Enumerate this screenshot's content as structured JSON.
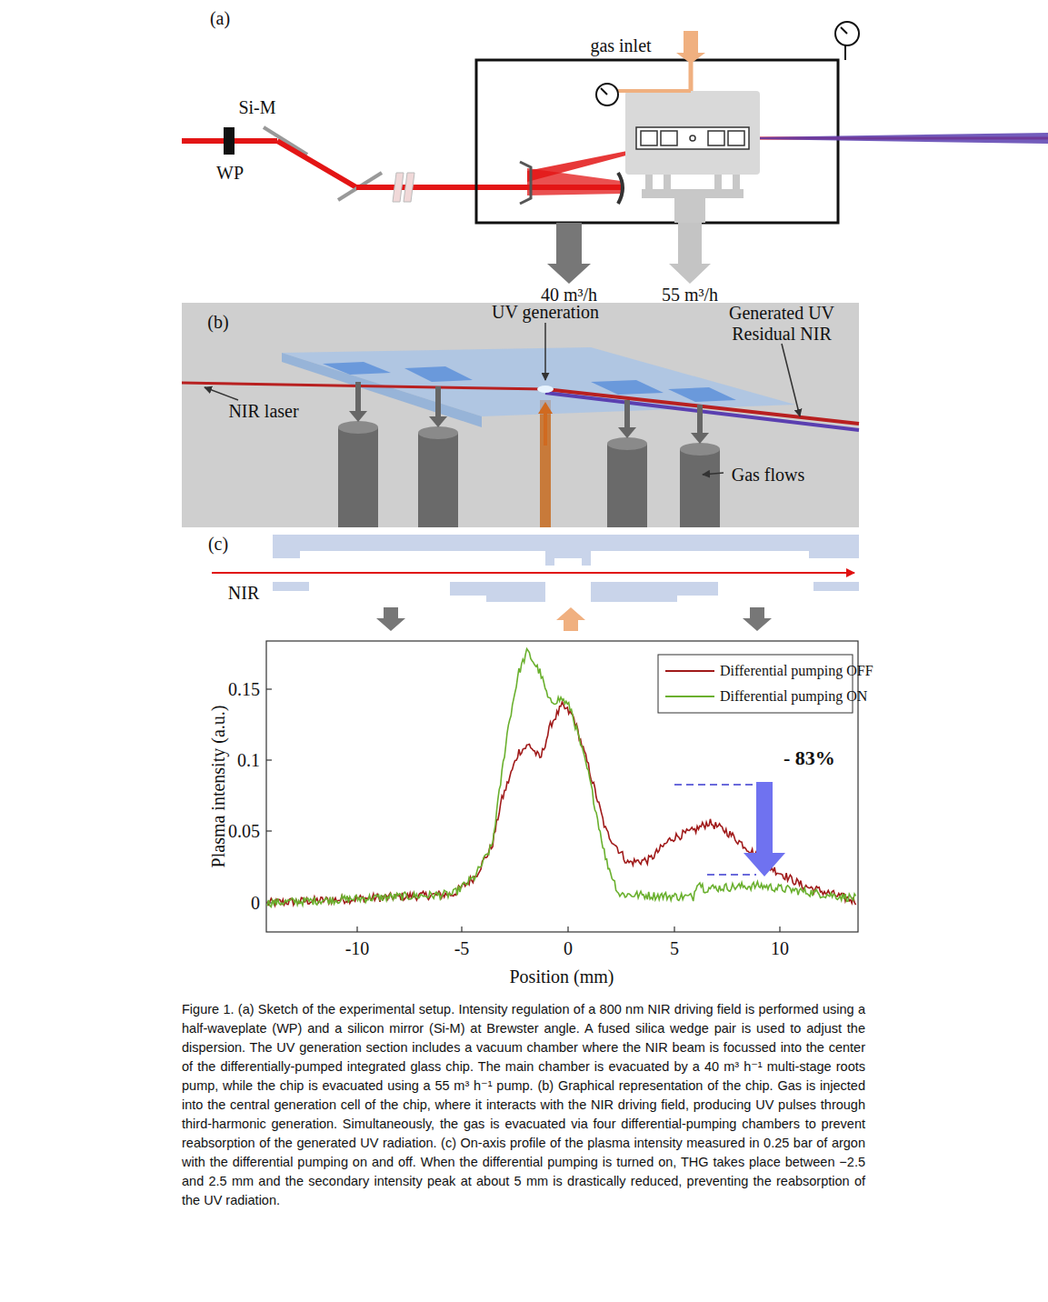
{
  "diagram": {
    "caption": "Figure 1. (a) Sketch of the experimental setup. Intensity regulation of a 800 nm NIR driving field is performed using a half-waveplate (WP) and a silicon mirror (Si-M) at Brewster angle. A fused silica wedge pair is used to adjust the dispersion. The UV generation section includes a vacuum chamber where the NIR beam is focussed into the center of the differentially-pumped integrated glass chip. The main chamber is evacuated by a 40 m³ h⁻¹ multi-stage roots pump, while the chip is evacuated using a 55 m³ h⁻¹ pump. (b) Graphical representation of the chip. Gas is injected into the central generation cell of the chip, where it interacts with the NIR driving field, producing UV pulses through third-harmonic generation. Simultaneously, the gas is evacuated via four differential-pumping chambers to prevent reabsorption of the generated UV radiation. (c) On-axis profile of the plasma intensity measured in 0.25 bar of argon with the differential pumping on and off. When the differential pumping is turned on, THG takes place between −2.5 and 2.5 mm and the secondary intensity peak at about 5 mm is drastically reduced, preventing the reabsorption of the UV radiation.",
    "labels": [
      "(a)",
      "gas inlet",
      "Si-M",
      "WP",
      "40 m³/h",
      "55 m³/h",
      "(b)",
      "UV generation",
      "Generated UV Residual NIR",
      "NIR laser",
      "Gas flows",
      "(c)",
      "NIR",
      "Plasma intensity (a.u.)",
      "0.15",
      "0.1",
      "0.05",
      "0",
      "-10",
      "-5",
      "0",
      "5",
      "10",
      "Position (mm)",
      "- 83%"
    ],
    "legend": [
      {
        "text": "Differential pumping OFF"
      },
      {
        "text": "Differential pumping ON"
      }
    ]
  }
}
